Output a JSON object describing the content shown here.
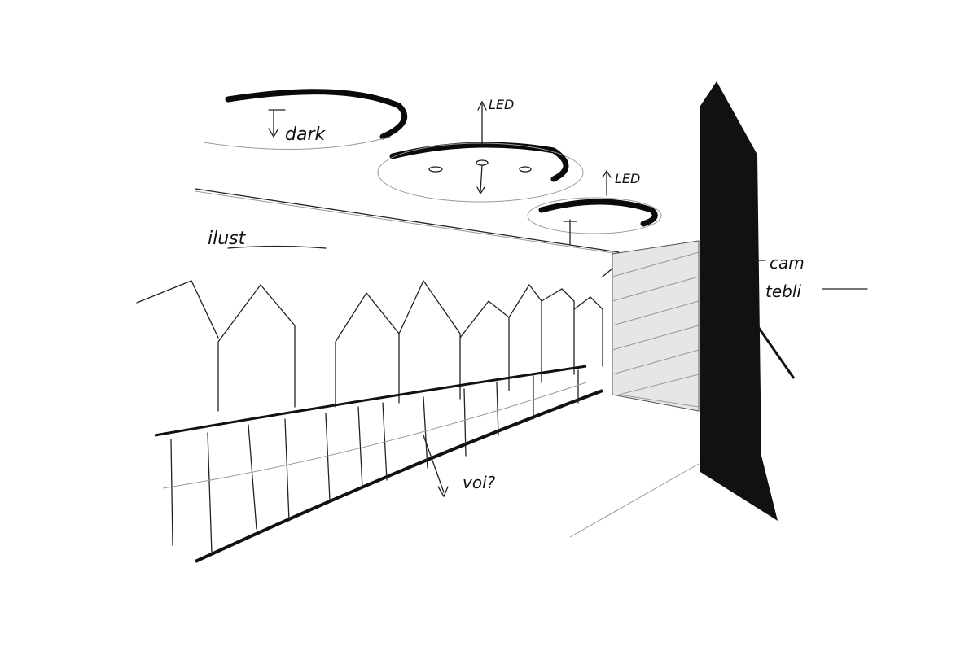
{
  "sketch": {
    "labels": {
      "dark": "dark",
      "led_1": "LED",
      "led_2": "LED",
      "ilust": "ilust",
      "cam_1": "cam",
      "cam_2": "tebli",
      "voi": "voi?"
    },
    "colors": {
      "ink": "#0a0a0a",
      "pencil": "#222222",
      "paper": "#ffffff"
    }
  }
}
